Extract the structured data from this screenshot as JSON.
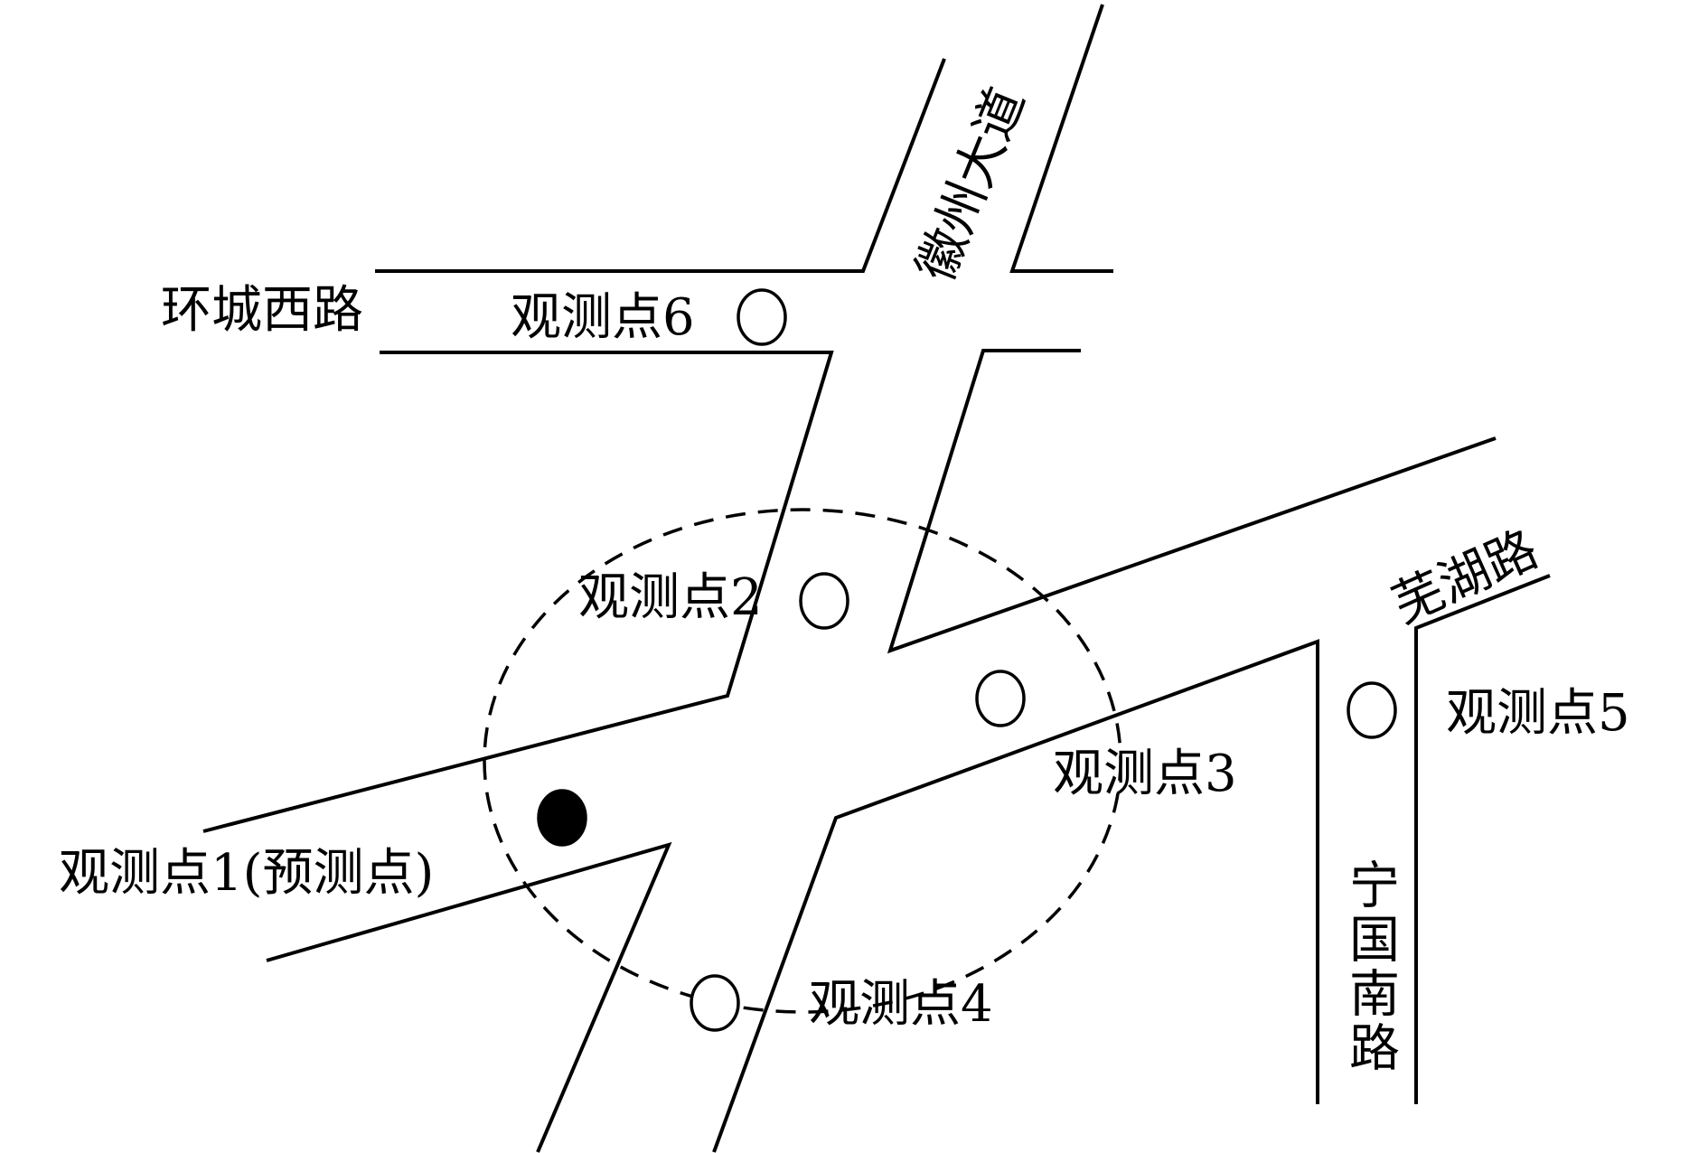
{
  "roads": {
    "huancheng_west": "环城西路",
    "huizhou_avenue": "徽州大道",
    "wuhu_road": "芜湖路",
    "ningguo_south": "宁国南路"
  },
  "stations": {
    "s1": "观测点1(预测点)",
    "s2": "观测点2",
    "s3": "观测点3",
    "s4": "观测点4",
    "s5": "观测点5",
    "s6": "观测点6"
  },
  "colors": {
    "line": "#000000",
    "background": "#ffffff",
    "prediction_marker": "#000000"
  },
  "legend_semantics": {
    "open_circle": "observation-point-marker",
    "filled_circle": "prediction-point-marker",
    "dashed_ellipse": "study-area-boundary"
  }
}
